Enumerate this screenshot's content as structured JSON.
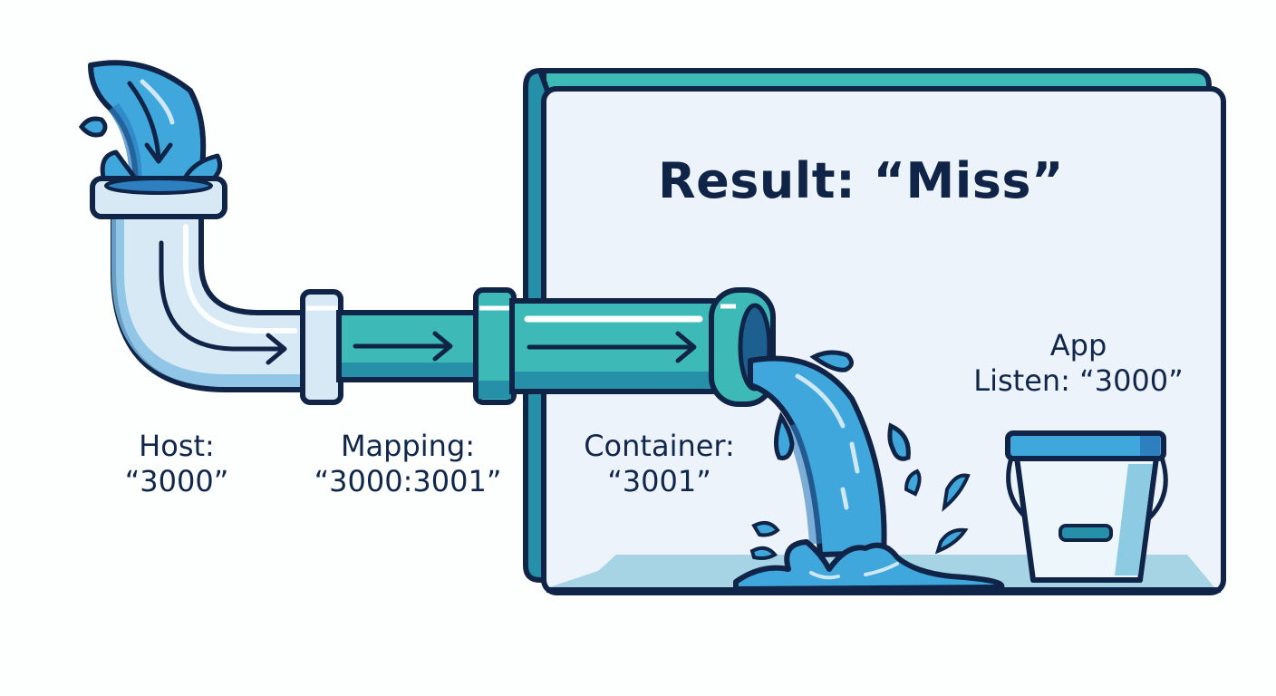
{
  "diagram": {
    "result_title": "Result: “Miss”",
    "labels": {
      "host": {
        "line1": "Host:",
        "line2": "“3000”"
      },
      "mapping": {
        "line1": "Mapping:",
        "line2": "“3000:3001”"
      },
      "container": {
        "line1": "Container:",
        "line2": "“3001”"
      },
      "app": {
        "line1": "App",
        "line2": "Listen: “3000”"
      }
    },
    "elements": {
      "source_icon": "water-pouring-icon",
      "host_pipe_icon": "elbow-pipe-icon",
      "mapping_pipe_icon": "pipe-icon",
      "container_pipe_icon": "pipe-icon",
      "spill_icon": "water-spill-icon",
      "bucket_icon": "bucket-icon",
      "container_box_icon": "container-box-icon"
    },
    "colors": {
      "outline": "#0f2447",
      "water": "#3fa7dc",
      "water_dark": "#2e7fc0",
      "pipe_light": "#d7e9f5",
      "pipe_teal": "#3dbab8",
      "pipe_teal_dark": "#2690a8",
      "panel_bg": "#edf3fa",
      "floor": "#9fd0e2"
    }
  }
}
